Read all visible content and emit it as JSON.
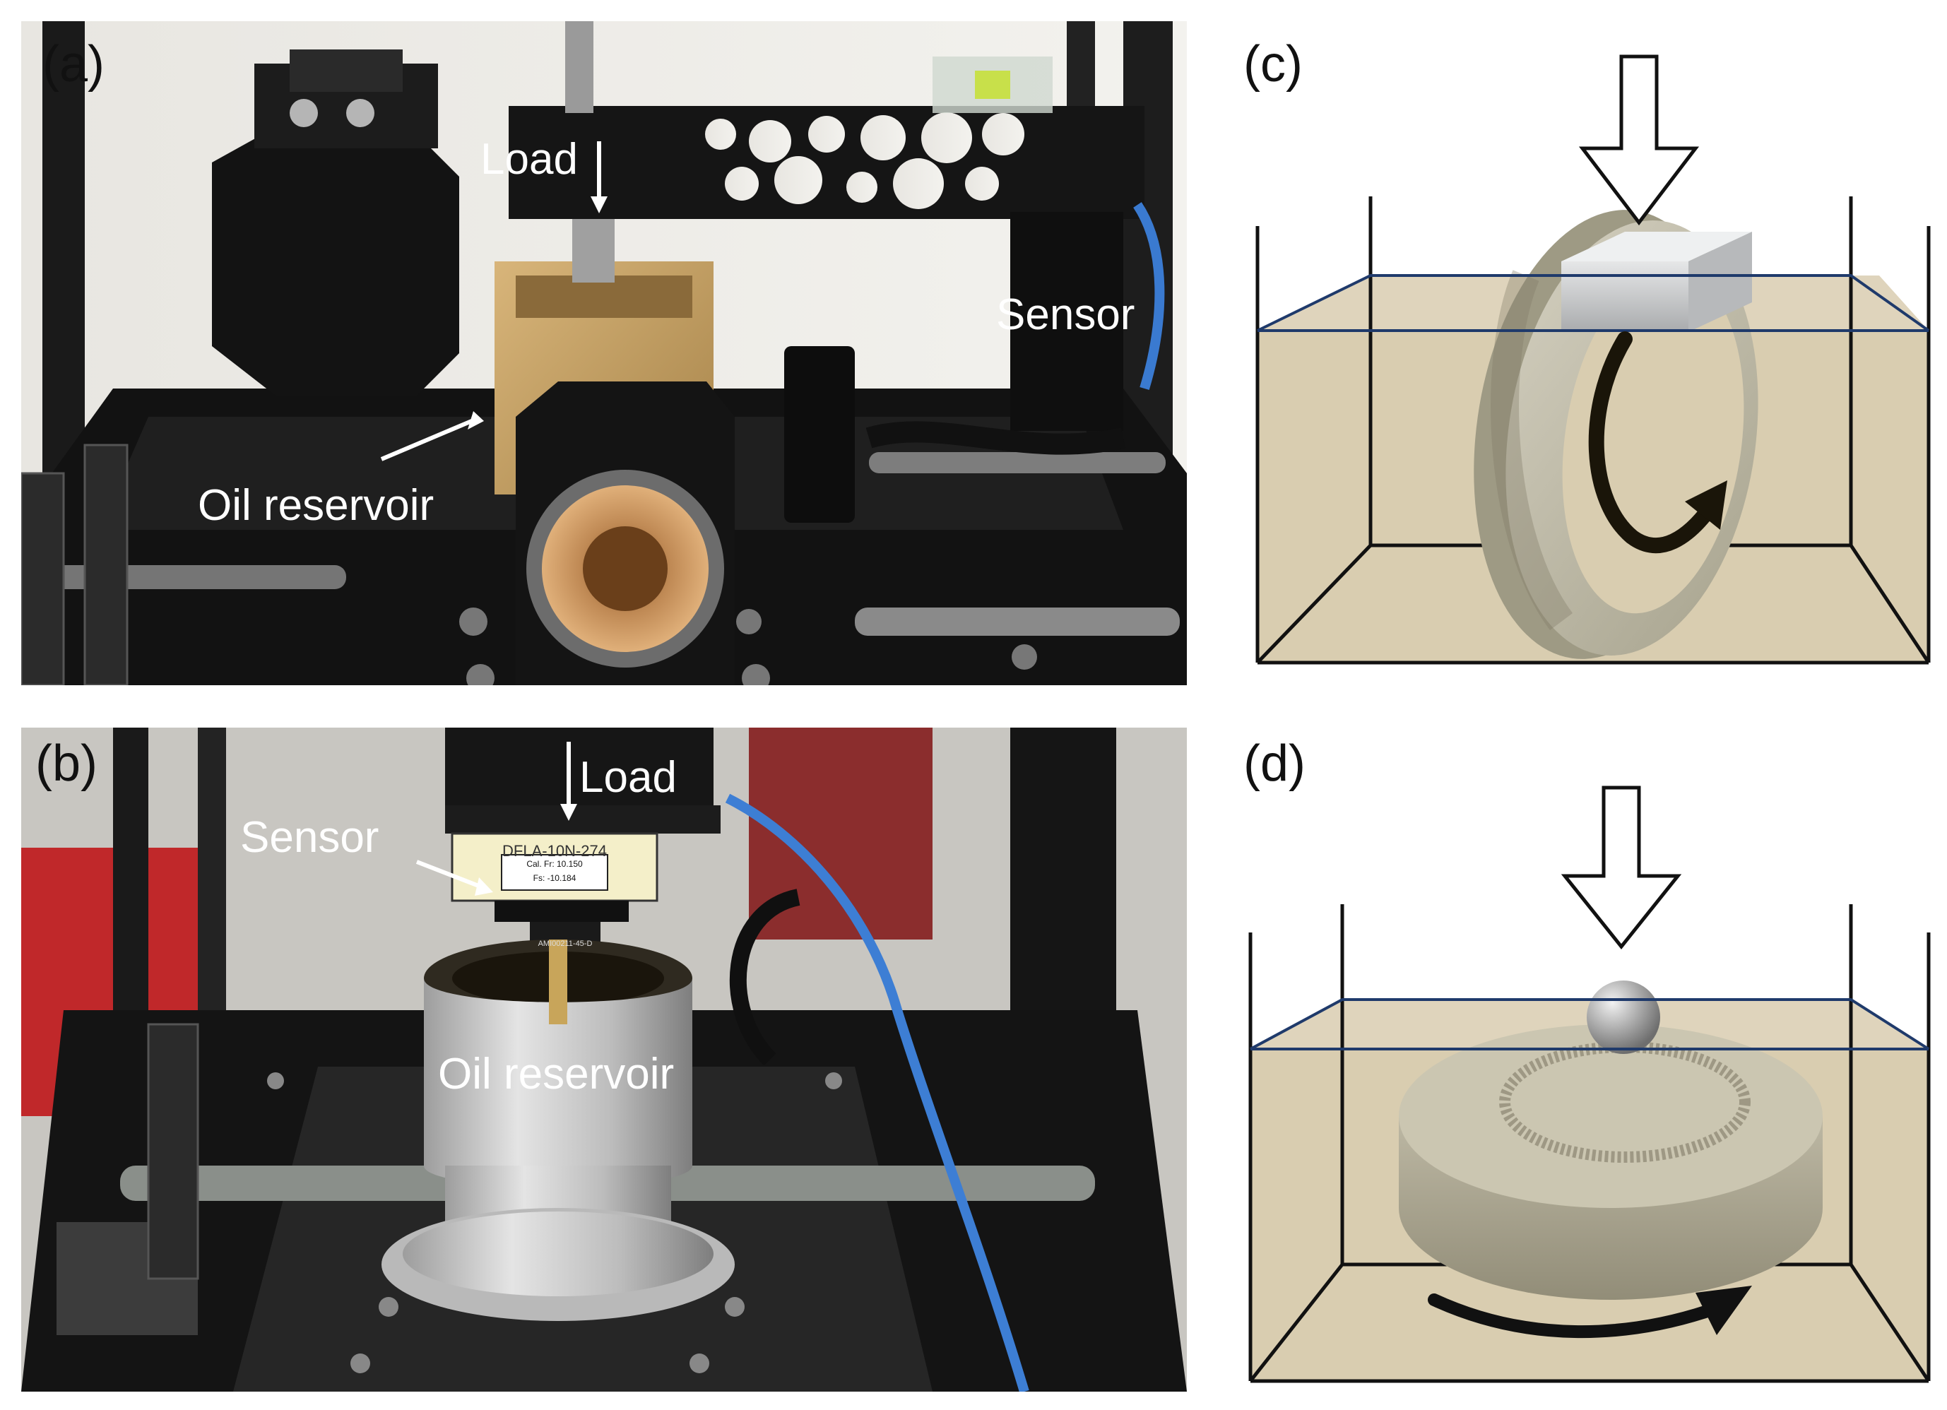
{
  "panels": {
    "a": {
      "label": "(a)",
      "annotations": {
        "load": "Load",
        "sensor": "Sensor",
        "oil_reservoir": "Oil reservoir"
      }
    },
    "b": {
      "label": "(b)",
      "annotations": {
        "load": "Load",
        "sensor": "Sensor",
        "oil_reservoir": "Oil reservoir"
      },
      "device_label": "DFLA-10N-274",
      "cal_line1": "Cal. Fr: 10.150",
      "cal_line2": "Fs: -10.184",
      "sensor_tag": "AMI00211-45-D"
    },
    "c": {
      "label": "(c)"
    },
    "d": {
      "label": "(d)"
    }
  },
  "colors": {
    "liquid": "#d9cdb0",
    "liquid_edge": "#1f3a6b",
    "arrow": "#111111",
    "specimen": "#c9c6b4",
    "block": "#cfd1d3"
  },
  "icons": [
    "load-arrow-icon",
    "rotation-arrow-icon"
  ]
}
